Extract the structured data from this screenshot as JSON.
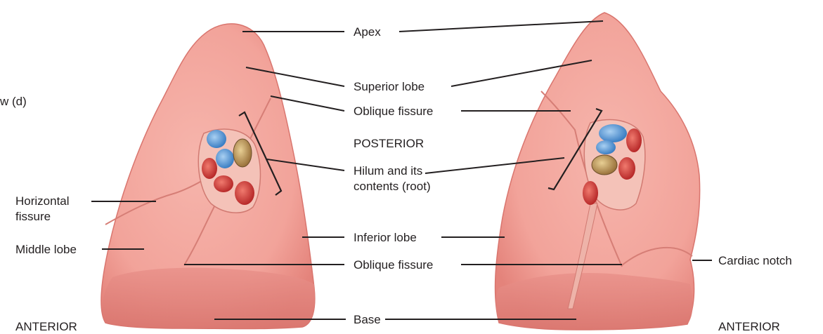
{
  "figure": {
    "partial_caption": "w (d)",
    "left_lung": {
      "labels": {
        "horizontal_fissure": "Horizontal\nfissure",
        "middle_lobe": "Middle lobe",
        "anterior": "ANTERIOR"
      }
    },
    "center_labels": {
      "apex": "Apex",
      "superior_lobe": "Superior lobe",
      "oblique_fissure_upper": "Oblique fissure",
      "posterior": "POSTERIOR",
      "hilum": "Hilum and its\ncontents (root)",
      "inferior_lobe": "Inferior lobe",
      "oblique_fissure_lower": "Oblique fissure",
      "base": "Base"
    },
    "right_lung": {
      "labels": {
        "cardiac_notch": "Cardiac notch",
        "anterior": "ANTERIOR"
      }
    },
    "colors": {
      "lung_fill": "#f2a39a",
      "lung_shade": "#e4837b",
      "lung_edge": "#d9756e",
      "lung_base": "#e9918a",
      "vein_blue": "#4a8fd0",
      "artery_red": "#cf3a3a",
      "bronchus_gold": "#b9925a",
      "leader_line": "#231f20"
    }
  }
}
